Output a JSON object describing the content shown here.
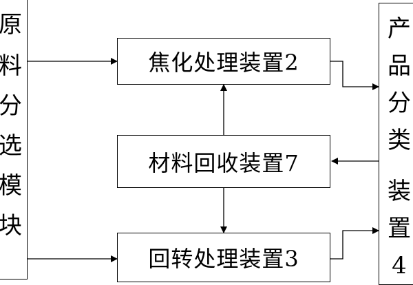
{
  "raw_sorting_module": {
    "chars": [
      "原",
      "料",
      "分",
      "选",
      "模",
      "块"
    ]
  },
  "coking_device": {
    "label": "焦化处理装置2"
  },
  "material_recovery_device": {
    "label": "材料回收装置7"
  },
  "rotary_device": {
    "label": "回转处理装置3"
  },
  "product_sorting_device": {
    "chars": [
      "产",
      "品",
      "分",
      "类",
      "装",
      "置",
      "4"
    ]
  }
}
